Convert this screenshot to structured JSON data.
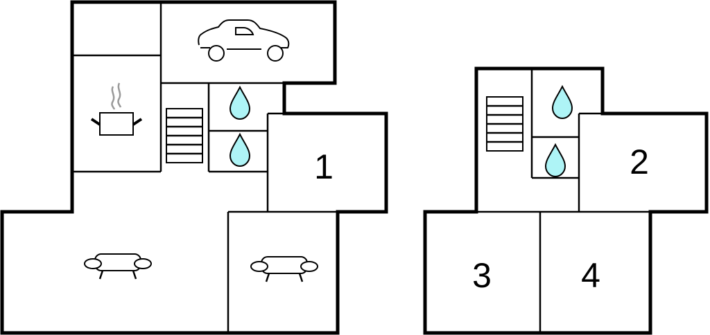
{
  "floor_plan": {
    "rooms": [
      {
        "label": "1"
      },
      {
        "label": "2"
      },
      {
        "label": "3"
      },
      {
        "label": "4"
      }
    ],
    "icons": [
      "car-icon",
      "cooking-pot-icon",
      "stairs-icon",
      "water-drop-icon",
      "sofa-icon"
    ],
    "colors": {
      "wall": "#000000",
      "water": "#aef4f6",
      "steam": "#999999"
    }
  }
}
